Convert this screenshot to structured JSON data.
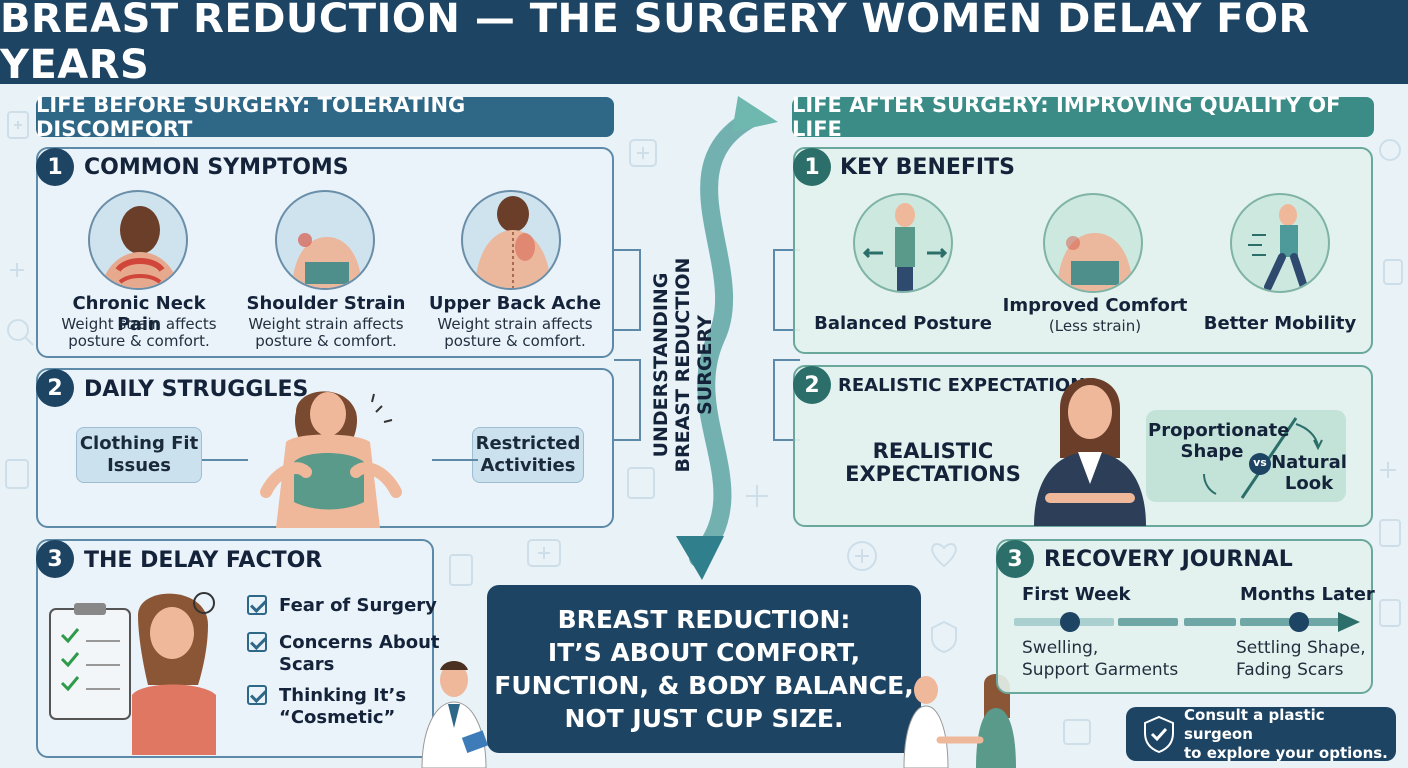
{
  "title": "BREAST REDUCTION — THE SURGERY WOMEN DELAY FOR YEARS",
  "before": {
    "header": "LIFE BEFORE SURGERY: TOLERATING DISCOMFORT",
    "symptoms": {
      "num": "1",
      "title": "COMMON SYMPTOMS",
      "items": [
        {
          "label": "Chronic Neck Pain",
          "desc1": "Weight strain affects",
          "desc2": "posture & comfort."
        },
        {
          "label": "Shoulder Strain",
          "desc1": "Weight strain affects",
          "desc2": "posture & comfort."
        },
        {
          "label": "Upper Back Ache",
          "desc1": "Weight strain affects",
          "desc2": "posture & comfort."
        }
      ]
    },
    "struggles": {
      "num": "2",
      "title": "DAILY STRUGGLES",
      "left_tag1": "Clothing Fit",
      "left_tag2": "Issues",
      "right_tag1": "Restricted",
      "right_tag2": "Activities"
    },
    "delay": {
      "num": "3",
      "title": "THE DELAY FACTOR",
      "items": [
        "Fear of Surgery",
        "Concerns About",
        "Scars",
        "Thinking It’s",
        "“Cosmetic”"
      ]
    }
  },
  "middle": {
    "vertical1": "UNDERSTANDING",
    "vertical2": "BREAST REDUCTION",
    "vertical3": "SURGERY"
  },
  "center_box": {
    "line1": "BREAST REDUCTION:",
    "line2": "IT’S ABOUT COMFORT,",
    "line3": "FUNCTION, & BODY BALANCE,",
    "line4": "NOT JUST CUP SIZE."
  },
  "after": {
    "header": "LIFE AFTER SURGERY: IMPROVING QUALITY OF LIFE",
    "benefits": {
      "num": "1",
      "title": "KEY BENEFITS",
      "items": [
        {
          "label": "Balanced Posture",
          "note": ""
        },
        {
          "label": "Improved Comfort",
          "note": "(Less strain)"
        },
        {
          "label": "Better Mobility",
          "note": ""
        }
      ]
    },
    "expectations": {
      "num": "2",
      "title": "REALISTIC EXPECTATIONS",
      "big1": "REALISTIC",
      "big2": "EXPECTATIONS",
      "shape1": "Proportionate",
      "shape2": "Shape",
      "vs": "vs",
      "look1": "Natural",
      "look2": "Look"
    },
    "recovery": {
      "num": "3",
      "title": "RECOVERY JOURNAL",
      "start_label": "First Week",
      "end_label": "Months Later",
      "start_desc1": "Swelling,",
      "start_desc2": "Support Garments",
      "end_desc1": "Settling Shape,",
      "end_desc2": "Fading Scars"
    }
  },
  "consult": {
    "line1": "Consult a plastic surgeon",
    "line2": "to explore your options."
  },
  "colors": {
    "navy": "#1e4463",
    "before_blue": "#2f6787",
    "after_teal": "#3b8c86",
    "background": "#e8f2f7"
  }
}
